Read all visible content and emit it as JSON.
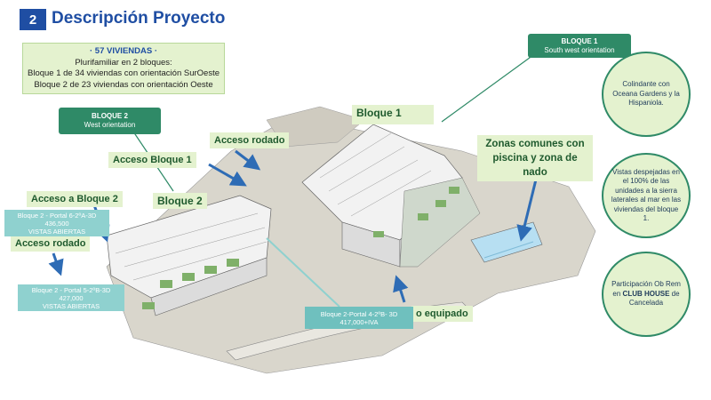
{
  "header": {
    "number": "2",
    "title": "Descripción Proyecto"
  },
  "summary": {
    "title": "· 57 VIVIENDAS ·",
    "line1": "Plurifamiliar en 2 bloques:",
    "line2": "Bloque 1 de 34 viviendas con orientación SurOeste",
    "line3": "Bloque 2 de 23 viviendas con orientación Oeste"
  },
  "callouts": {
    "bloque1_title": "BLOQUE 1",
    "bloque1_sub": "South west orientation",
    "bloque2_title": "BLOQUE 2",
    "bloque2_sub": "West orientation"
  },
  "labels": {
    "bloque1": "Bloque 1",
    "bloque2": "Bloque 2",
    "acceso_rodado_top": "Acceso rodado",
    "acceso_bloque1": "Acceso Bloque 1",
    "acceso_bloque2": "Acceso a Bloque 2",
    "acceso_rodado_left": "Acceso rodado",
    "zonas_comunes": "Zonas comunes con piscina y zona de nado",
    "equipado": "o equipado"
  },
  "units": {
    "u1_line1": "Bloque 2 - Portal 6-2ºA-3D",
    "u1_line2": "436,500",
    "u1_line3": "VISTAS ABIERTAS",
    "u2_line1": "Bloque 2 - Portal 5-2ºB-3D",
    "u2_line2": "427,000",
    "u2_line3": "VISTAS ABIERTAS",
    "u3_line1": "Bloque 2-Portal 4-2ºB- 3D",
    "u3_line2": "417,000+IVA"
  },
  "circles": {
    "c1": "Colindante con Oceana Gardens y la Hispaniola.",
    "c2": "Vistas despejadas en el 100% de las unidades a la sierra laterales al mar en las viviendas del bloque 1.",
    "c3_pre": "Participación Ob Rem en",
    "c3_bold": "CLUB HOUSE",
    "c3_post": "de Cancelada"
  },
  "colors": {
    "brand_blue": "#1f4ea3",
    "callout_green": "#2f8a67",
    "label_bg": "#e4f2cf",
    "unit_teal": "#8fd1cf",
    "arrow_blue": "#2e6cb5"
  }
}
